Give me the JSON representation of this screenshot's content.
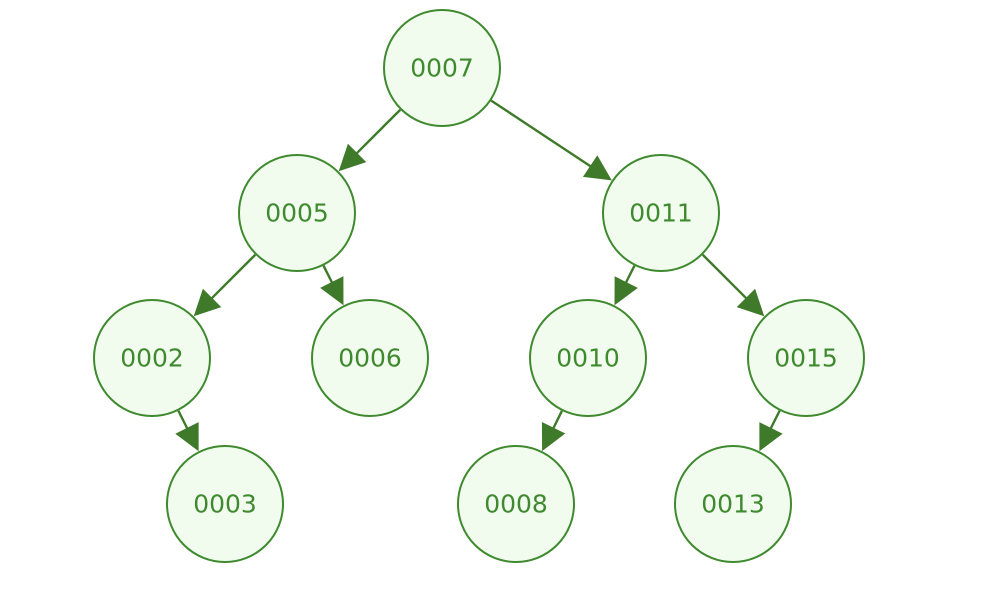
{
  "diagram": {
    "type": "binary-search-tree",
    "root": "0007",
    "nodes": [
      {
        "id": "0007",
        "label": "0007"
      },
      {
        "id": "0005",
        "label": "0005"
      },
      {
        "id": "0011",
        "label": "0011"
      },
      {
        "id": "0002",
        "label": "0002"
      },
      {
        "id": "0006",
        "label": "0006"
      },
      {
        "id": "0010",
        "label": "0010"
      },
      {
        "id": "0015",
        "label": "0015"
      },
      {
        "id": "0003",
        "label": "0003"
      },
      {
        "id": "0008",
        "label": "0008"
      },
      {
        "id": "0013",
        "label": "0013"
      }
    ],
    "edges": [
      {
        "from": "0007",
        "to": "0005",
        "side": "left"
      },
      {
        "from": "0007",
        "to": "0011",
        "side": "right"
      },
      {
        "from": "0005",
        "to": "0002",
        "side": "left"
      },
      {
        "from": "0005",
        "to": "0006",
        "side": "right"
      },
      {
        "from": "0011",
        "to": "0010",
        "side": "left"
      },
      {
        "from": "0011",
        "to": "0015",
        "side": "right"
      },
      {
        "from": "0002",
        "to": "0003",
        "side": "right"
      },
      {
        "from": "0010",
        "to": "0008",
        "side": "left"
      },
      {
        "from": "0015",
        "to": "0013",
        "side": "left"
      }
    ],
    "colors": {
      "node_fill": "#f1fcef",
      "node_stroke": "#3f8a2f",
      "label_text": "#3f8a2f",
      "edge": "#3f7a2a"
    }
  }
}
